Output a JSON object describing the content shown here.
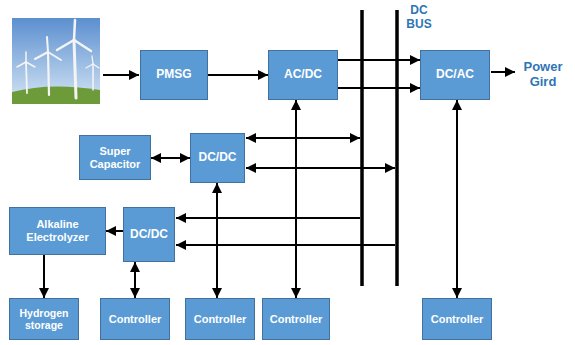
{
  "diagram": {
    "nodes": [
      {
        "text": [
          "PMSG"
        ]
      },
      {
        "text": [
          "AC/DC"
        ]
      },
      {
        "text": [
          "DC/AC"
        ]
      },
      {
        "text": [
          "Super Capacitor"
        ]
      },
      {
        "text": [
          "DC/DC"
        ]
      },
      {
        "text": [
          "Alkaline Electrolyzer"
        ]
      },
      {
        "text": [
          "DC/DC"
        ]
      },
      {
        "text": [
          "Hydrogen storage"
        ]
      },
      {
        "text": [
          "Controller"
        ]
      },
      {
        "text": [
          "Controller"
        ]
      },
      {
        "text": [
          "Controller"
        ]
      },
      {
        "text": [
          "Controller"
        ]
      }
    ],
    "edges": [
      {
        "from": 0,
        "to": 1,
        "arrow": "to"
      },
      {
        "from": 1,
        "to": 2,
        "arrow": "to"
      },
      {
        "from": 1,
        "to": 2,
        "arrow": "to"
      },
      {
        "from": 3,
        "to": 4,
        "arrow": "both"
      },
      {
        "from": 6,
        "to": 5,
        "arrow": "to"
      },
      {
        "from": 5,
        "to": 7,
        "arrow": "to"
      },
      {
        "from": 6,
        "to": 8,
        "arrow": "both"
      },
      {
        "from": 4,
        "to": 9,
        "arrow": "both"
      },
      {
        "from": 1,
        "to": 10,
        "arrow": "both"
      },
      {
        "from": 2,
        "to": 11,
        "arrow": "both"
      }
    ],
    "labels": [
      "DC BUS",
      "Power Gird"
    ]
  }
}
